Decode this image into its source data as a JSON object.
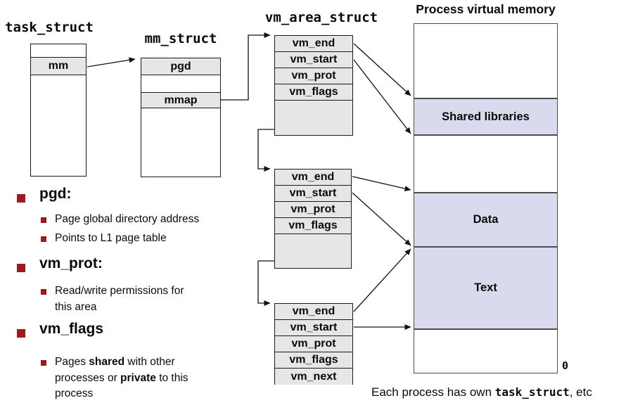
{
  "structs": {
    "task_struct": {
      "title": "task_struct",
      "mm_field": "mm"
    },
    "mm_struct": {
      "title": "mm_struct",
      "pgd_field": "pgd",
      "mmap_field": "mmap"
    },
    "vm_area_struct": {
      "title": "vm_area_struct",
      "node1_fields": [
        "vm_end",
        "vm_start",
        "vm_prot",
        "vm_flags"
      ],
      "node2_fields": [
        "vm_end",
        "vm_start",
        "vm_prot",
        "vm_flags"
      ],
      "node3_fields": [
        "vm_end",
        "vm_start",
        "vm_prot",
        "vm_flags",
        "vm_next"
      ]
    }
  },
  "memory_map": {
    "title": "Process virtual memory",
    "regions": [
      {
        "label": "Shared libraries"
      },
      {
        "label": "Data"
      },
      {
        "label": "Text"
      }
    ],
    "bottom_address": "0"
  },
  "caption": {
    "segments": [
      {
        "text": "Each process has own "
      },
      {
        "text": "task_struct",
        "code": true
      },
      {
        "text": ", etc"
      }
    ]
  },
  "notes": [
    {
      "heading": "pgd:",
      "items": [
        {
          "segments": [
            {
              "text": "Page global directory address"
            }
          ]
        },
        {
          "segments": [
            {
              "text": "Points to L1 page table"
            }
          ]
        }
      ]
    },
    {
      "heading": "vm_prot:",
      "items": [
        {
          "segments": [
            {
              "text": "Read/write permissions for this area"
            }
          ]
        }
      ]
    },
    {
      "heading": "vm_flags",
      "items": [
        {
          "segments": [
            {
              "text": "Pages "
            },
            {
              "text": "shared",
              "bold": true
            },
            {
              "text": " with other processes or "
            },
            {
              "text": "private",
              "bold": true
            },
            {
              "text": " to this process"
            }
          ]
        }
      ]
    }
  ],
  "colors": {
    "struct_fill": "#e6e6e6",
    "region_fill": "#dadaee",
    "bullet_red": "#9e1a1c"
  }
}
